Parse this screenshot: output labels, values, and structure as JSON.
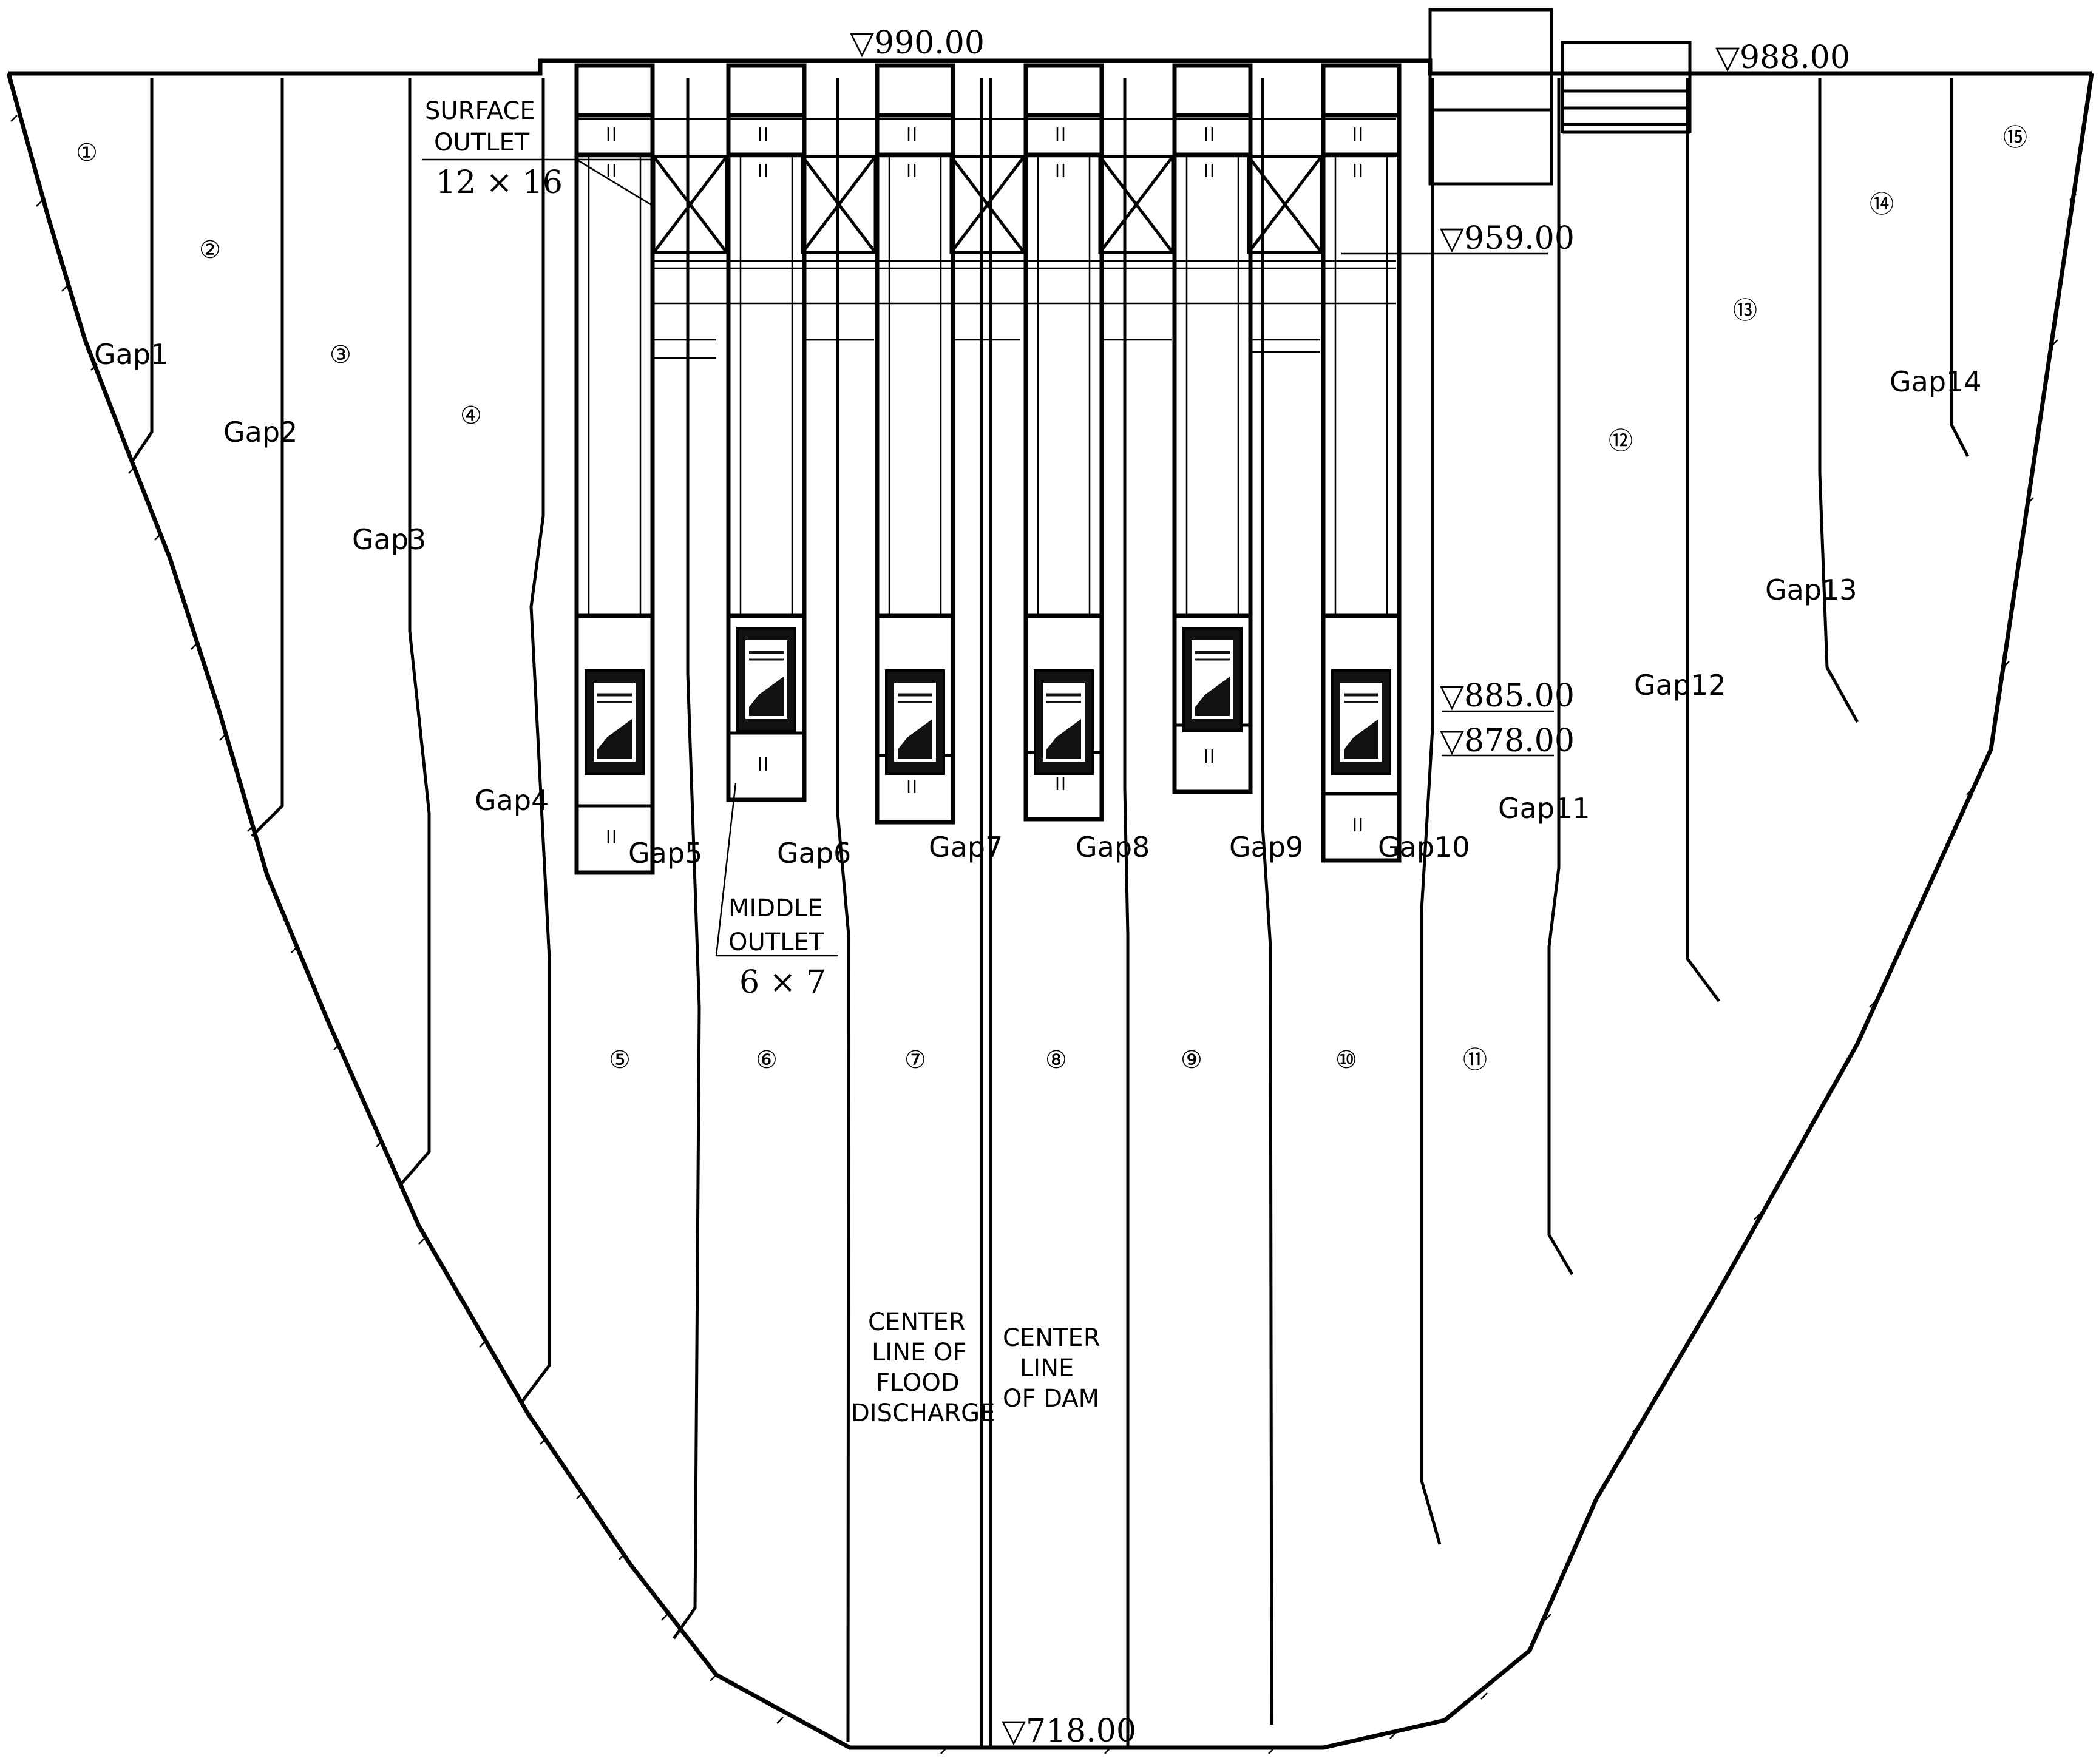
{
  "elevations": {
    "crest_left": "▽990.00",
    "crest_right": "▽988.00",
    "el_959": "▽959.00",
    "el_885": "▽885.00",
    "el_878": "▽878.00",
    "foundation": "▽718.00"
  },
  "annotations": {
    "surface_outlet_line1": "SURFACE",
    "surface_outlet_line2": "OUTLET",
    "surface_outlet_size": "12 × 16",
    "middle_outlet_line1": "MIDDLE",
    "middle_outlet_line2": "OUTLET",
    "middle_outlet_size": "6 × 7",
    "center_flood_line1": "CENTER",
    "center_flood_line2": "LINE OF",
    "center_flood_line3": "FLOOD",
    "center_flood_line4": "DISCHARGE",
    "center_dam_line1": "CENTER",
    "center_dam_line2": "LINE",
    "center_dam_line3": "OF DAM"
  },
  "blocks": [
    "①",
    "②",
    "③",
    "④",
    "⑤",
    "⑥",
    "⑦",
    "⑧",
    "⑨",
    "⑩",
    "⑪",
    "⑫",
    "⑬",
    "⑭",
    "⑮"
  ],
  "gaps": [
    "Gap1",
    "Gap2",
    "Gap3",
    "Gap4",
    "Gap5",
    "Gap6",
    "Gap7",
    "Gap8",
    "Gap9",
    "Gap10",
    "Gap11",
    "Gap12",
    "Gap13",
    "Gap14"
  ]
}
